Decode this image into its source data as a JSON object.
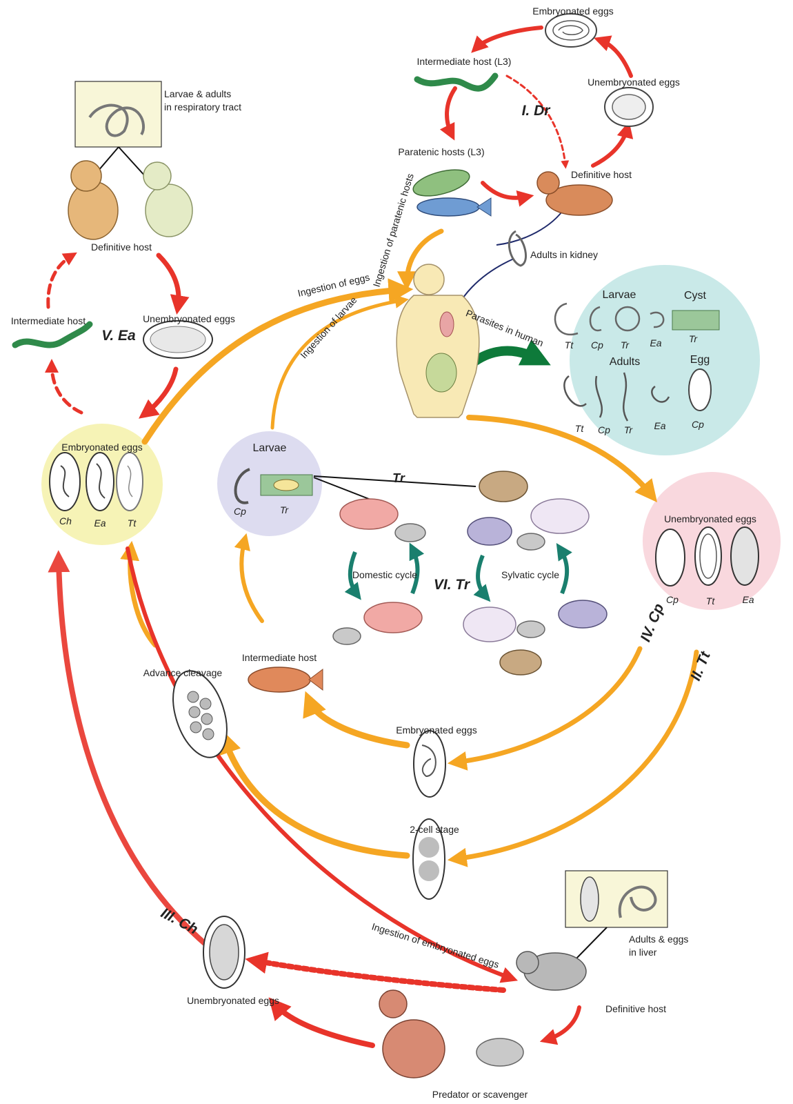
{
  "colors": {
    "orange": "#f5a623",
    "red": "#e8342a",
    "green": "#0e7a3a",
    "navy": "#1f2a6b",
    "teal": "#1a7f6e",
    "human_bg": "#c9e9e8",
    "yellow_bg": "#f6f3b6",
    "lavender_bg": "#dddcf0",
    "pink_bg": "#f9d8de",
    "box_bg": "#f8f6d8"
  },
  "cycle_dr": {
    "title": "I. Dr",
    "embryonated": "Embryonated eggs",
    "unembryonated": "Unembryonated eggs",
    "intermediate": "Intermediate host (L3)",
    "paratenic": "Paratenic hosts (L3)",
    "definitive": "Definitive host",
    "adults_kidney": "Adults in kidney",
    "ingestion_paratenic": "Ingestion of paratenic hosts"
  },
  "cycle_ea": {
    "title": "V. Ea",
    "box_label_1": "Larvae & adults",
    "box_label_2": "in respiratory tract",
    "definitive": "Definitive host",
    "unembryonated": "Unembryonated eggs",
    "intermediate": "Intermediate host"
  },
  "human": {
    "ingestion_eggs": "Ingestion of eggs",
    "ingestion_larvae": "Ingestion of larvae",
    "parasites_label": "Parasites in human",
    "larvae_title": "Larvae",
    "cyst_title": "Cyst",
    "adults_title": "Adults",
    "egg_title": "Egg",
    "larvae_tags": [
      "Tt",
      "Cp",
      "Tr",
      "Ea"
    ],
    "cyst_tag": "Tr",
    "adults_tags": [
      "Tt",
      "Cp",
      "Tr",
      "Ea"
    ],
    "egg_tag": "Cp"
  },
  "left_egg_circle": {
    "title": "Embryonated eggs",
    "tags": [
      "Ch",
      "Ea",
      "Tt"
    ]
  },
  "larvae_circle": {
    "title": "Larvae",
    "tags": [
      "Cp",
      "Tr"
    ]
  },
  "cycle_tr": {
    "title": "VI. Tr",
    "top_label": "Tr",
    "domestic": "Domestic cycle",
    "sylvatic": "Sylvatic cycle"
  },
  "right_egg_circle": {
    "title": "Unembryonated eggs",
    "tags": [
      "Cp",
      "Tt",
      "Ea"
    ]
  },
  "cycle_cp": {
    "title": "IV. Cp",
    "intermediate": "Intermediate host",
    "embryonated": "Embryonated eggs"
  },
  "cycle_tt": {
    "title": "II. Tt",
    "advance": "Advance cleavage",
    "two_cell": "2-cell stage"
  },
  "cycle_ch": {
    "title": "III. Ch",
    "ingestion": "Ingestion of embryonated eggs",
    "box_label_1": "Adults & eggs",
    "box_label_2": "in liver",
    "definitive": "Definitive host",
    "unembryonated": "Unembryonated eggs",
    "predator": "Predator or scavenger"
  }
}
